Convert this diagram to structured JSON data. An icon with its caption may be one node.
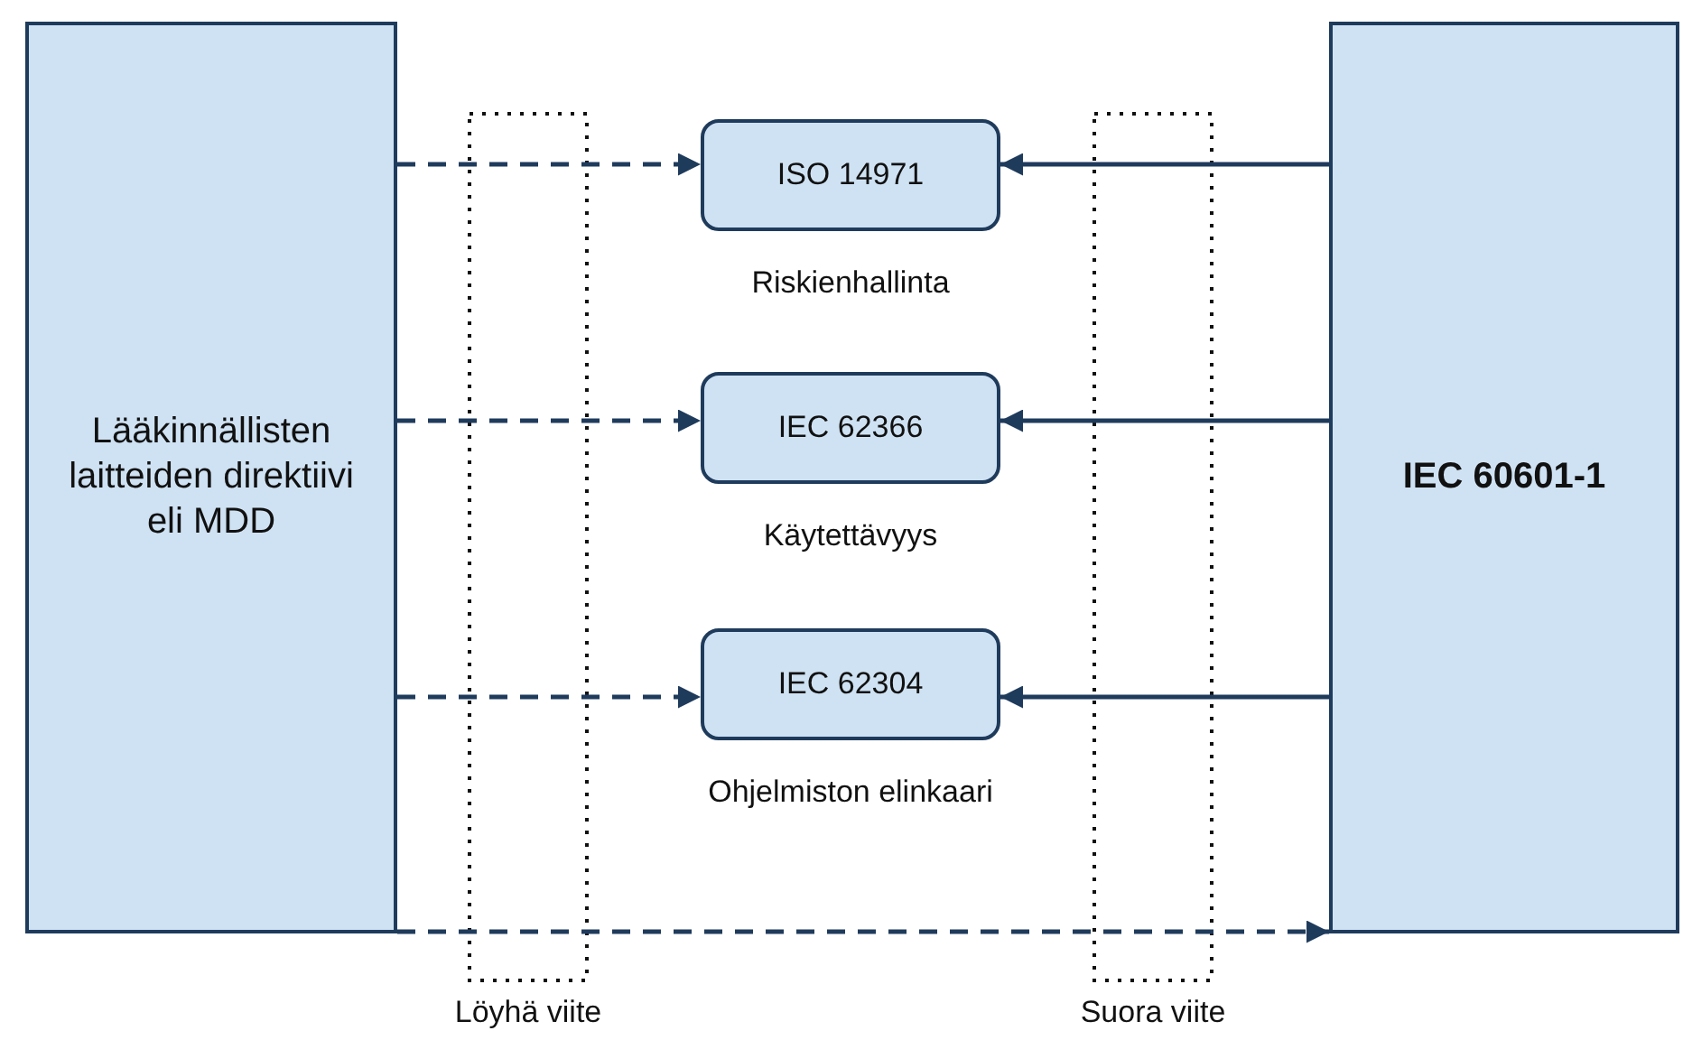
{
  "diagram": {
    "nodes": [
      {
        "text": [
          "Lääkinnällisten laitteiden direktiivi eli MDD"
        ]
      },
      {
        "text": [
          "ISO 14971"
        ],
        "beside": [
          "Riskienhallinta"
        ]
      },
      {
        "text": [
          "IEC 62366"
        ],
        "beside": [
          "Käytettävyys"
        ]
      },
      {
        "text": [
          "IEC 62304"
        ],
        "beside": [
          "Ohjelmiston elinkaari"
        ]
      },
      {
        "text": [
          "IEC 60601-1"
        ]
      }
    ],
    "edges": [
      {
        "from": 0,
        "to": 1,
        "arrow": "to",
        "style": "dashed"
      },
      {
        "from": 0,
        "to": 2,
        "arrow": "to",
        "style": "dashed"
      },
      {
        "from": 0,
        "to": 3,
        "arrow": "to",
        "style": "dashed"
      },
      {
        "from": 4,
        "to": 1,
        "arrow": "to"
      },
      {
        "from": 4,
        "to": 2,
        "arrow": "to"
      },
      {
        "from": 4,
        "to": 3,
        "arrow": "to"
      },
      {
        "from": 0,
        "to": 4,
        "arrow": "to",
        "style": "dashed"
      }
    ],
    "labels": [
      "Löyhä viite",
      "Suora viite"
    ]
  }
}
